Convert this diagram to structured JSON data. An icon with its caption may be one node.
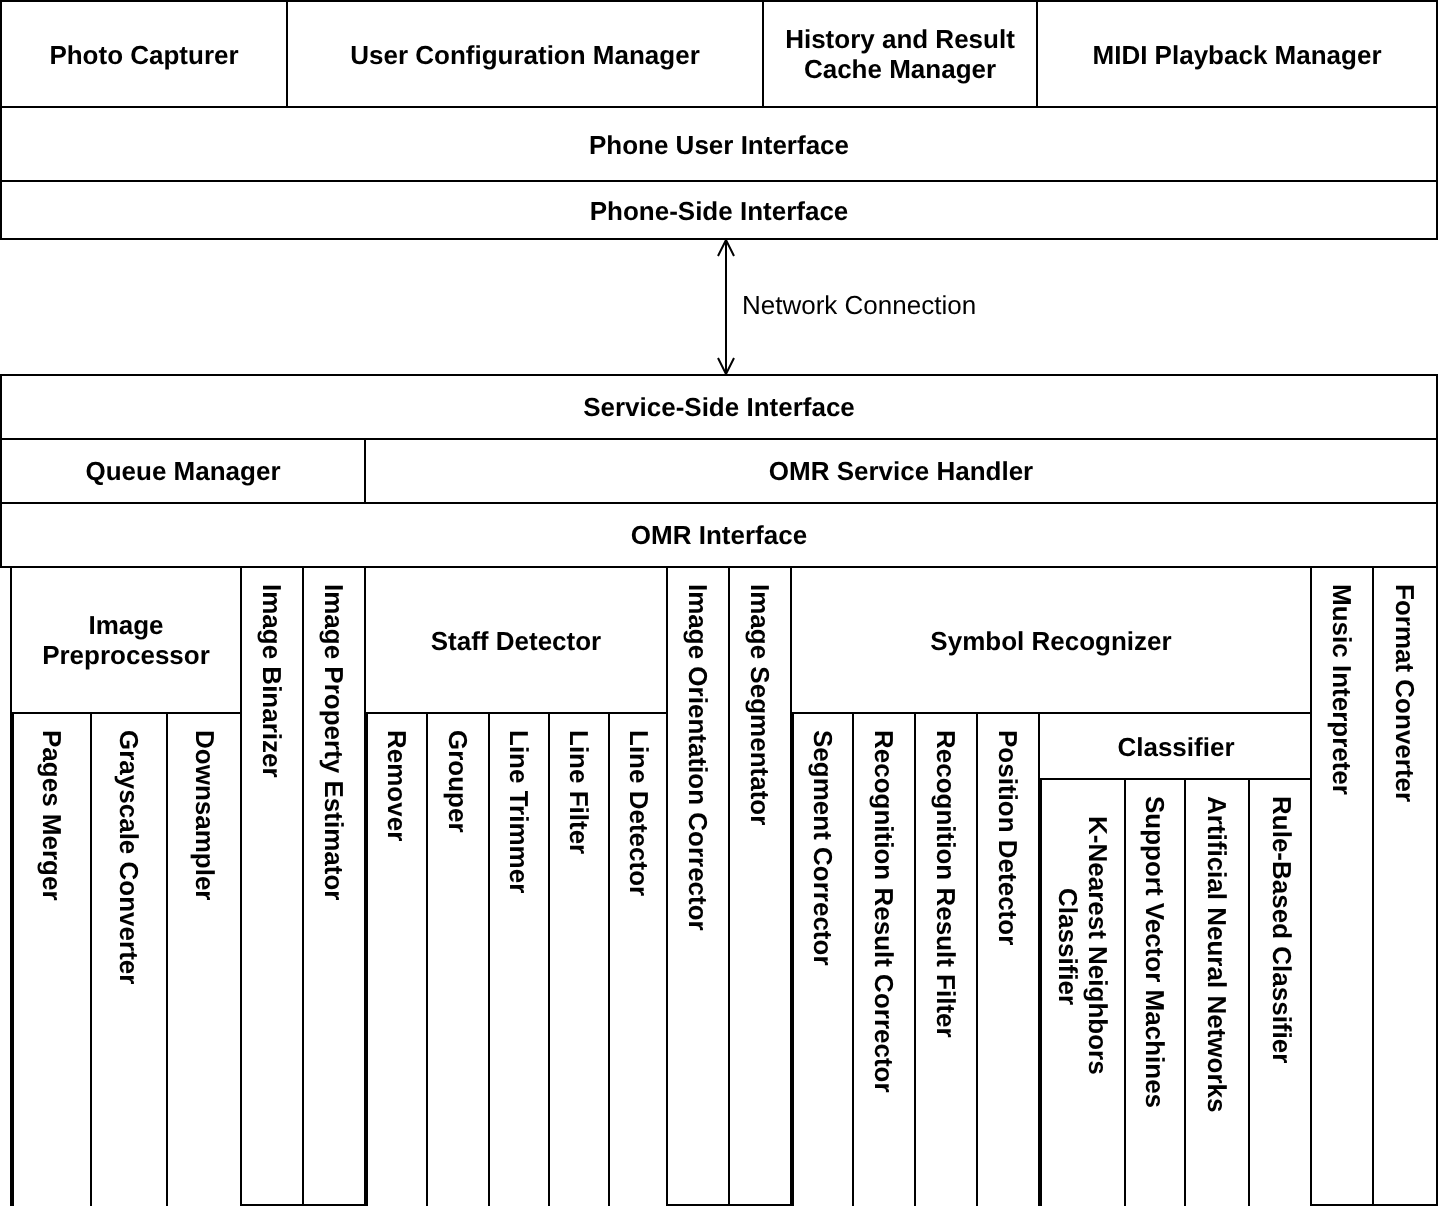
{
  "diagram": {
    "nodes": [
      {
        "text": [
          "Photo Capturer"
        ]
      },
      {
        "text": [
          "User Configuration Manager"
        ]
      },
      {
        "text": [
          "History and Result Cache Manager"
        ]
      },
      {
        "text": [
          "MIDI Playback Manager"
        ]
      },
      {
        "text": [
          "Phone User Interface"
        ]
      },
      {
        "text": [
          "Phone-Side Interface"
        ]
      },
      {
        "text": [
          "Service-Side Interface"
        ]
      },
      {
        "text": [
          "Queue Manager"
        ]
      },
      {
        "text": [
          "OMR Service Handler"
        ]
      },
      {
        "text": [
          "OMR Interface"
        ]
      },
      {
        "text": [
          "Image Preprocessor"
        ]
      },
      {
        "text": [
          "Pages Merger"
        ],
        "in": 10
      },
      {
        "text": [
          "Grayscale Converter"
        ],
        "in": 10
      },
      {
        "text": [
          "Downsampler"
        ],
        "in": 10
      },
      {
        "text": [
          "Image Binarizer"
        ]
      },
      {
        "text": [
          "Image Property Estimator"
        ]
      },
      {
        "text": [
          "Staff Detector"
        ]
      },
      {
        "text": [
          "Remover"
        ],
        "in": 16
      },
      {
        "text": [
          "Grouper"
        ],
        "in": 16
      },
      {
        "text": [
          "Line Trimmer"
        ],
        "in": 16
      },
      {
        "text": [
          "Line Filter"
        ],
        "in": 16
      },
      {
        "text": [
          "Line Detector"
        ],
        "in": 16
      },
      {
        "text": [
          "Image Orientation Corrector"
        ]
      },
      {
        "text": [
          "Image Segmentator"
        ]
      },
      {
        "text": [
          "Symbol Recognizer"
        ]
      },
      {
        "text": [
          "Segment Corrector"
        ],
        "in": 24
      },
      {
        "text": [
          "Recognition Result Corrector"
        ],
        "in": 24
      },
      {
        "text": [
          "Recognition Result Filter"
        ],
        "in": 24
      },
      {
        "text": [
          "Position Detector"
        ],
        "in": 24
      },
      {
        "text": [
          "Classifier"
        ],
        "in": 24
      },
      {
        "text": [
          "K-Nearest Neighbors Classifier"
        ],
        "in": 29
      },
      {
        "text": [
          "Support Vector Machines"
        ],
        "in": 29
      },
      {
        "text": [
          "Artificial Neural Networks"
        ],
        "in": 29
      },
      {
        "text": [
          "Rule-Based Classifier"
        ],
        "in": 29
      },
      {
        "text": [
          "Music Interpreter"
        ]
      },
      {
        "text": [
          "Format Converter"
        ]
      }
    ],
    "edges": [
      {
        "from": 5,
        "to": 6,
        "arrow": "both",
        "label": "Network Connection"
      }
    ]
  }
}
